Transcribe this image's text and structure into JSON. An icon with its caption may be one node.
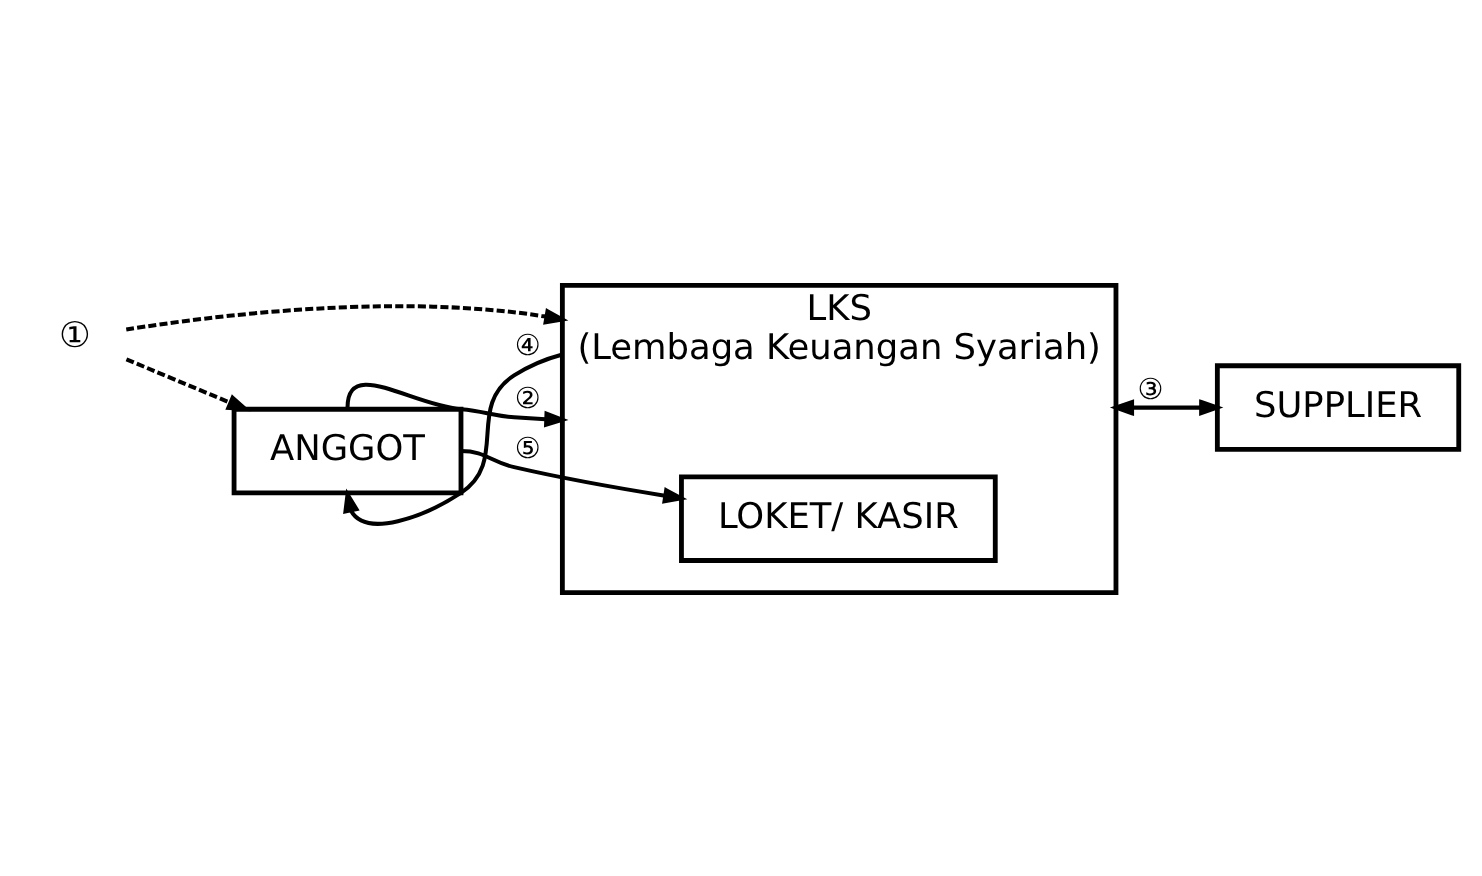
{
  "diagram": {
    "nodes": [
      {
        "text": [
          "LKS",
          "(Lembaga Keuangan Syariah)"
        ]
      },
      {
        "text": [
          "LOKET/ KASIR"
        ],
        "in": 0
      },
      {
        "text": [
          "ANGGOT"
        ]
      },
      {
        "text": [
          "SUPPLIER"
        ]
      },
      {
        "text": [
          "①"
        ]
      }
    ],
    "edges": [
      {
        "from": 4,
        "to": 0,
        "arrow": "to",
        "style": "dashed"
      },
      {
        "from": 4,
        "to": 2,
        "arrow": "to",
        "style": "dashed"
      },
      {
        "from": 2,
        "to": 0,
        "arrow": "to",
        "label": "②"
      },
      {
        "from": 0,
        "to": 3,
        "arrow": "both",
        "label": "③"
      },
      {
        "from": 0,
        "to": 2,
        "arrow": "to",
        "label": "④"
      },
      {
        "from": 2,
        "to": 1,
        "arrow": "to",
        "label": "⑤"
      }
    ]
  }
}
